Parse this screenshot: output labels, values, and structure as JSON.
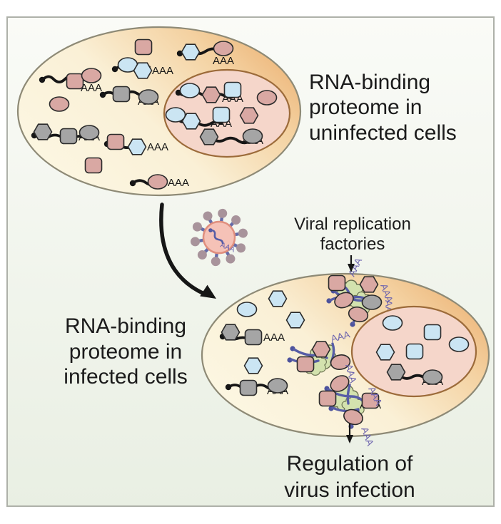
{
  "figure": {
    "panel_border_color": "#aeb1a9",
    "panel_bg_top": "#fafbf7",
    "panel_bg_bottom": "#e9efe3"
  },
  "labels": {
    "uninfected_l1": "RNA-binding",
    "uninfected_l2": "proteome in",
    "uninfected_l3": "uninfected cells",
    "infected_l1": "RNA-binding",
    "infected_l2": "proteome in",
    "infected_l3": "infected cells",
    "factories_l1": "Viral replication",
    "factories_l2": "factories",
    "regulation_l1": "Regulation of",
    "regulation_l2": "virus infection",
    "polyA": "AAA"
  },
  "colors": {
    "protein_pink": "#d9a8a3",
    "protein_blue": "#cbe5f3",
    "protein_gray": "#a5a5a5",
    "cell_fill_cream": "#fcf7e3",
    "cell_fill_orange": "#ecb376",
    "cell_border": "#8e8a76",
    "nucleus_fill": "#f5d6ca",
    "nucleus_border": "#9c6b3a",
    "factory_green": "#d3e2ae",
    "viral_rna_purple": "#575da6",
    "polyA_purple": "#6c63ae",
    "virus_body": "#f5c2b7",
    "virus_border": "#e08f7e",
    "virus_spike_stem": "#666ca8",
    "virus_spike_head": "#a8939b",
    "rna_black": "#161616",
    "text_color": "#1b1b1b"
  }
}
